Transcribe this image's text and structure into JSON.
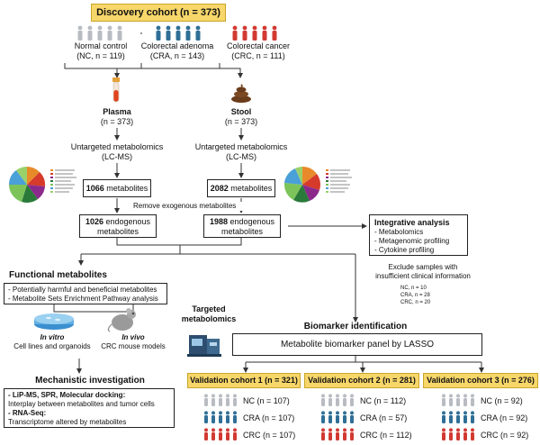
{
  "discovery": {
    "title": "Discovery cohort (n = 373)"
  },
  "groups": [
    {
      "name": "Normal control",
      "n": "(NC, n = 119)"
    },
    {
      "name": "Colorectal adenoma",
      "n": "(CRA, n = 143)"
    },
    {
      "name": "Colorectal cancer",
      "n": "(CRC, n = 111)"
    }
  ],
  "plasma": {
    "title": "Plasma",
    "n": "(n = 373)",
    "method1": "Untargeted metabolomics",
    "method2": "(LC-MS)",
    "metab_num": "1066",
    "metab_word": "metabolites",
    "endo_num": "1026",
    "endo_rest": "endogenous",
    "endo_line2": "metabolites"
  },
  "stool": {
    "title": "Stool",
    "n": "(n = 373)",
    "method1": "Untargeted metabolomics",
    "method2": "(LC-MS)",
    "metab_num": "2082",
    "metab_word": "metabolites",
    "endo_num": "1988",
    "endo_rest": "endogenous",
    "endo_line2": "metabolites"
  },
  "remove_label": "Remove exogenous metabolites",
  "integrative": {
    "title": "Integrative analysis",
    "items": [
      "- Metabolomics",
      "- Metagenomic profiling",
      "- Cytokine profiling"
    ]
  },
  "exclude": {
    "line1": "Exclude samples with",
    "line2": "insufficient clinical information",
    "counts": [
      "NC, n = 10",
      "CRA, n = 28",
      "CRC, n = 20"
    ]
  },
  "functional": {
    "title": "Functional metabolites",
    "items": [
      "- Potentially harmful and beneficial metabolites",
      "- Metabolite Sets Enrichment Pathway analysis"
    ]
  },
  "invitro": {
    "title": "In vitro",
    "desc": "Cell lines and organoids"
  },
  "invivo": {
    "title": "In vivo",
    "desc": "CRC mouse models"
  },
  "mechanistic": {
    "title": "Mechanistic investigation",
    "item1_bold": "- LiP-MS, SPR, Molecular docking:",
    "item1_rest": "Interplay between metabolites and tumor cells",
    "item2_bold": "- RNA-Seq:",
    "item2_rest": "Transcriptome altered by metabolites"
  },
  "targeted": {
    "line1": "Targeted",
    "line2": "metabolomics"
  },
  "biomarker": {
    "title": "Biomarker identification",
    "panel": "Metabolite biomarker panel by LASSO"
  },
  "validation": [
    {
      "title": "Validation cohort 1 (n = 321)",
      "rows": [
        {
          "label": "NC (n = 107)"
        },
        {
          "label": "CRA (n = 107)"
        },
        {
          "label": "CRC (n = 107)"
        }
      ]
    },
    {
      "title": "Validation cohort 2 (n = 281)",
      "rows": [
        {
          "label": "NC (n = 112)"
        },
        {
          "label": "CRA (n = 57)"
        },
        {
          "label": "CRC (n = 112)"
        }
      ]
    },
    {
      "title": "Validation cohort 3 (n = 276)",
      "rows": [
        {
          "label": "NC (n = 92)"
        },
        {
          "label": "CRA (n = 92)"
        },
        {
          "label": "CRC (n = 92)"
        }
      ]
    }
  ],
  "colors": {
    "nc": "#b8bcc2",
    "cra": "#2f6f96",
    "crc": "#d23a32",
    "yellow": "#f7d66a",
    "tube": "#e0441c",
    "stool": "#6b3d1c"
  },
  "icons": {
    "person": "person-icon",
    "tube": "blood-tube-icon",
    "stool": "stool-icon",
    "pie": "pie-chart-icon",
    "dish": "petri-dish-icon",
    "mouse": "mouse-icon",
    "instrument": "mass-spectrometer-icon"
  }
}
